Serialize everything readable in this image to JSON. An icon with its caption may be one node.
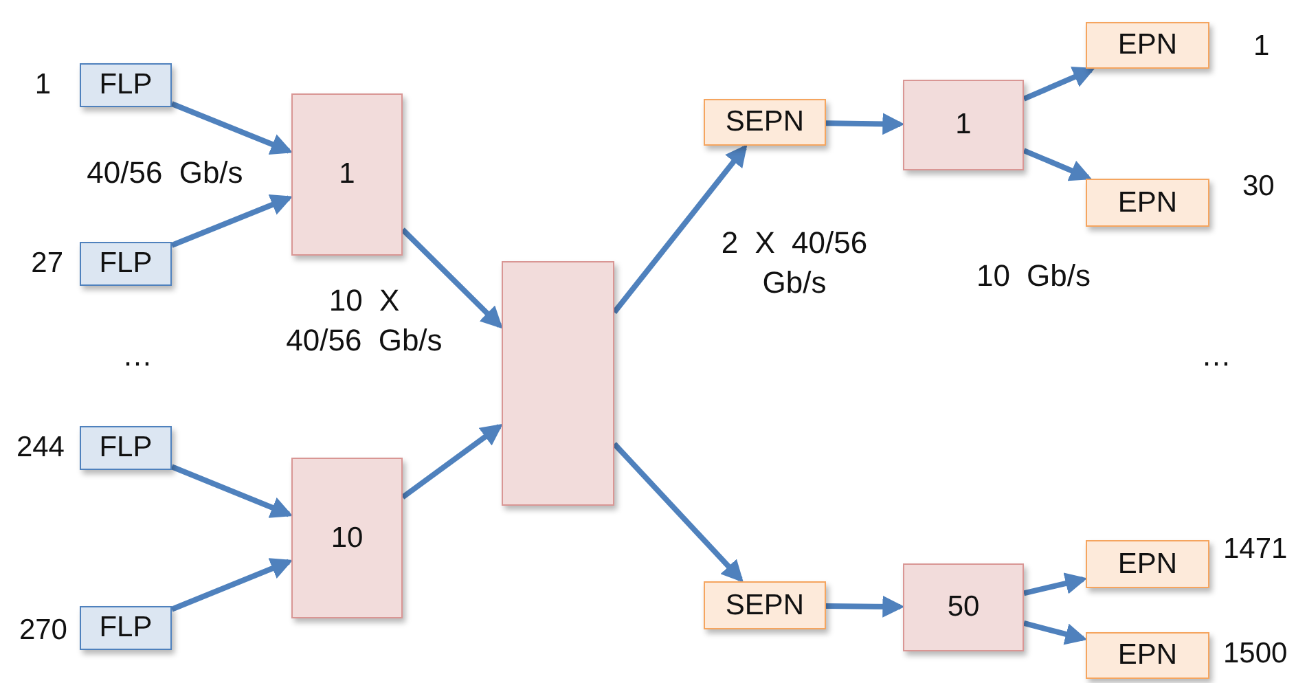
{
  "diagram": {
    "nodes": [
      {
        "text": [
          "FLP"
        ],
        "beside": [
          "1"
        ]
      },
      {
        "text": [
          "FLP"
        ],
        "beside": [
          "27"
        ]
      },
      {
        "text": [
          "FLP"
        ],
        "beside": [
          "244"
        ]
      },
      {
        "text": [
          "FLP"
        ],
        "beside": [
          "270"
        ]
      },
      {
        "text": [
          "1"
        ]
      },
      {
        "text": [
          "10"
        ]
      },
      {
        "text": [],
        "shape": "box"
      },
      {
        "text": [
          "SEPN"
        ]
      },
      {
        "text": [
          "SEPN"
        ]
      },
      {
        "text": [
          "1"
        ]
      },
      {
        "text": [
          "50"
        ]
      },
      {
        "text": [
          "EPN"
        ],
        "beside": [
          "1"
        ]
      },
      {
        "text": [
          "EPN"
        ],
        "beside": [
          "30"
        ]
      },
      {
        "text": [
          "EPN"
        ],
        "beside": [
          "1471"
        ]
      },
      {
        "text": [
          "EPN"
        ],
        "beside": [
          "1500"
        ]
      }
    ],
    "edges": [
      {
        "from": 0,
        "to": 4,
        "arrow": "to"
      },
      {
        "from": 1,
        "to": 4,
        "arrow": "to"
      },
      {
        "from": 2,
        "to": 5,
        "arrow": "to"
      },
      {
        "from": 3,
        "to": 5,
        "arrow": "to"
      },
      {
        "from": 4,
        "to": 6,
        "arrow": "to"
      },
      {
        "from": 5,
        "to": 6,
        "arrow": "to"
      },
      {
        "from": 6,
        "to": 7,
        "arrow": "to"
      },
      {
        "from": 6,
        "to": 8,
        "arrow": "to"
      },
      {
        "from": 7,
        "to": 9,
        "arrow": "to"
      },
      {
        "from": 8,
        "to": 10,
        "arrow": "to"
      },
      {
        "from": 9,
        "to": 11,
        "arrow": "to"
      },
      {
        "from": 9,
        "to": 12,
        "arrow": "to"
      },
      {
        "from": 10,
        "to": 13,
        "arrow": "to"
      },
      {
        "from": 10,
        "to": 14,
        "arrow": "to"
      }
    ],
    "labels": [
      "40/56 Gb/s",
      "10 X 40/56 Gb/s",
      "…",
      "2 X 40/56 Gb/s",
      "10 Gb/s",
      "…"
    ]
  }
}
